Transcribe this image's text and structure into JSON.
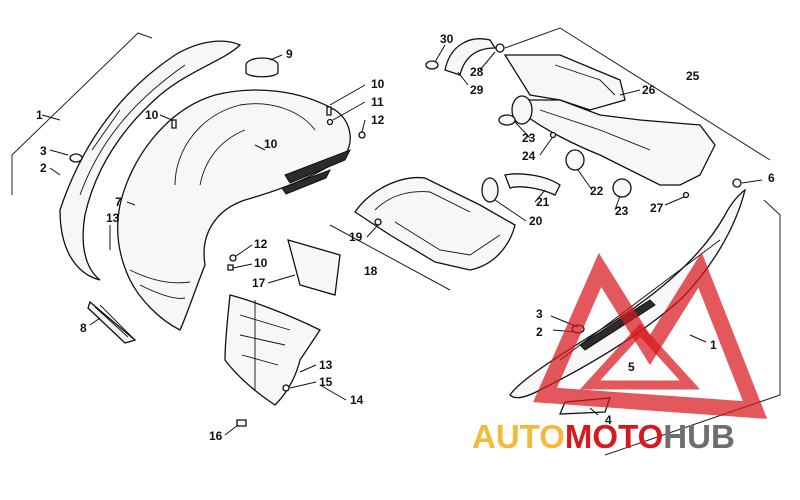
{
  "callouts": {
    "c1_left": "1",
    "c2_left": "2",
    "c3_left": "3",
    "c7": "7",
    "c8": "8",
    "c9": "9",
    "c10_a": "10",
    "c10_b": "10",
    "c10_c": "10",
    "c10_d": "10",
    "c11": "11",
    "c12_a": "12",
    "c12_b": "12",
    "c13_a": "13",
    "c13_b": "13",
    "c14": "14",
    "c15": "15",
    "c16": "16",
    "c17": "17",
    "c18": "18",
    "c19": "19",
    "c20": "20",
    "c21": "21",
    "c22": "22",
    "c23_a": "23",
    "c23_b": "23",
    "c24": "24",
    "c25": "25",
    "c26": "26",
    "c27": "27",
    "c28": "28",
    "c29": "29",
    "c30": "30",
    "c1_right": "1",
    "c2_right": "2",
    "c3_right": "3",
    "c4": "4",
    "c5": "5",
    "c6": "6"
  },
  "watermark": {
    "word_a": "AUTO",
    "word_b": "MOTO",
    "word_c": "HUB",
    "colors": {
      "auto": "#f6b93b",
      "moto": "#d8181f",
      "hub": "#6e6e6e",
      "triangle": "#d8181f"
    }
  }
}
